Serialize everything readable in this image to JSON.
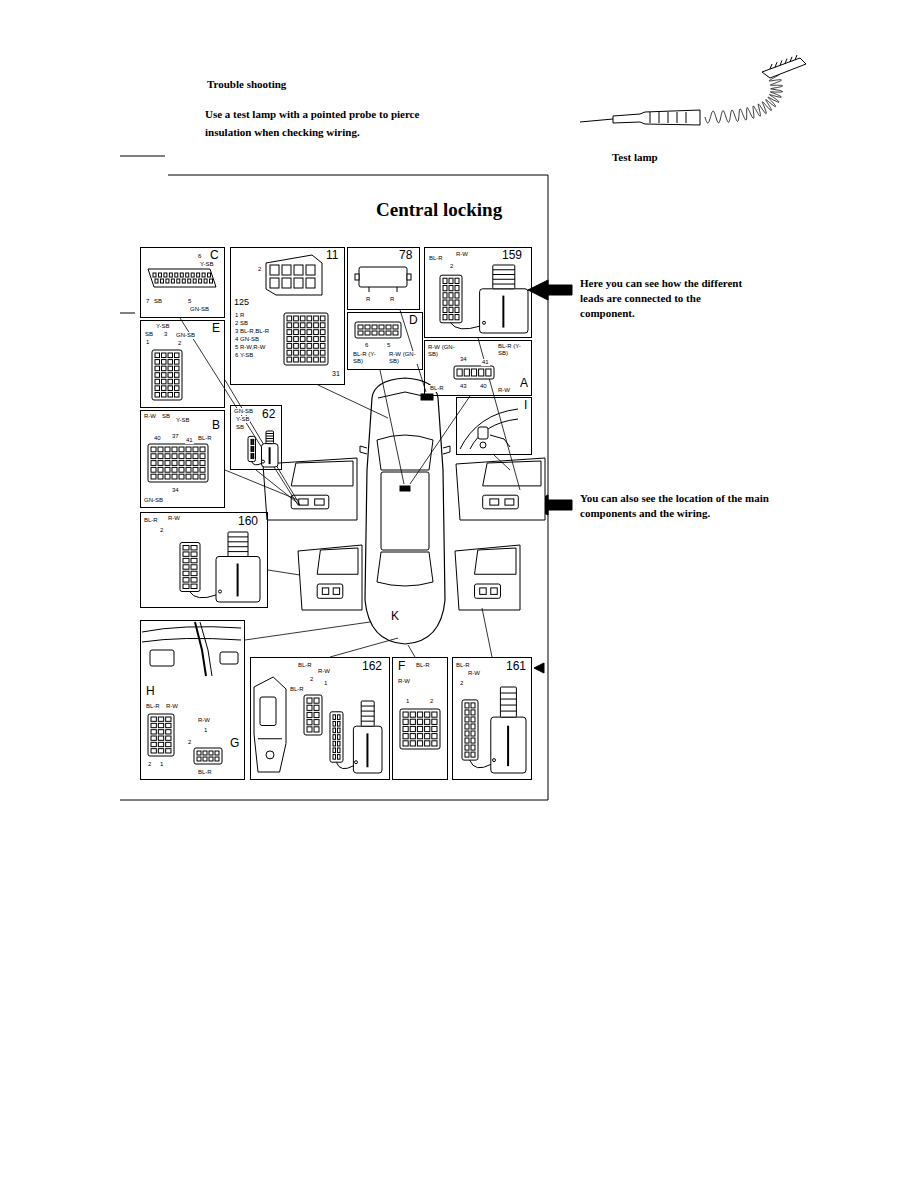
{
  "diagram": {
    "title": "Central locking",
    "nodes": [
      {
        "text": [
          "C",
          "6",
          "Y-SB",
          "7",
          "SB",
          "5",
          "GN-SB"
        ]
      },
      {
        "text": [
          "11",
          "2",
          "125",
          "1 R",
          "2 SB",
          "3 BL-R,BL-R",
          "4 GN-SB",
          "5 R-W,R-W",
          "6 Y-SB",
          "31"
        ]
      },
      {
        "text": [
          "78",
          "R",
          "R"
        ]
      },
      {
        "text": [
          "159",
          "BL-R",
          "R-W",
          "2"
        ]
      },
      {
        "text": [
          "D",
          "6",
          "5",
          "BL-R (Y-SB)",
          "R-W (GN-SB)"
        ]
      },
      {
        "text": [
          "A",
          "R-W (GN-SB)",
          "BL-R (Y-SB)",
          "34",
          "41",
          "43",
          "40",
          "BL-R",
          "R-W"
        ]
      },
      {
        "text": [
          "E",
          "Y-SB",
          "SB",
          "3",
          "GN-SB",
          "1",
          "2"
        ]
      },
      {
        "text": [
          "B",
          "R-W",
          "SB",
          "Y-SB",
          "BL-R",
          "40",
          "37",
          "41",
          "34",
          "GN-SB"
        ]
      },
      {
        "text": [
          "62",
          "GN-SB",
          "Y-SB",
          "SB"
        ]
      },
      {
        "text": [
          "I"
        ]
      },
      {
        "text": [
          "160",
          "BL-R",
          "R-W",
          "2"
        ]
      },
      {
        "text": [
          "H",
          "BL-R",
          "R-W",
          "2",
          "1",
          "G",
          "R-W",
          "1",
          "2",
          "BL-R"
        ]
      },
      {
        "text": [
          "162",
          "BL-R",
          "R-W",
          "BL-R",
          "2",
          "1"
        ]
      },
      {
        "text": [
          "F",
          "BL-R",
          "R-W",
          "1",
          "2"
        ]
      },
      {
        "text": [
          "161",
          "BL-R",
          "R-W",
          "2"
        ]
      }
    ],
    "labels": [
      "Trouble shooting",
      "Use a test lamp with a pointed probe to pierce insulation when checking wiring.",
      "Test lamp",
      "Here you can see how the different leads are connected to the component.",
      "You can also see the location of the main components and the wiring.",
      "K"
    ]
  }
}
